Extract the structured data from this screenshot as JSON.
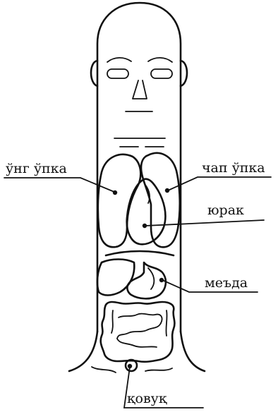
{
  "labels": {
    "right_lung": "ўнг ўпка",
    "left_lung": "чап ўпка",
    "heart": "юрак",
    "stomach": "меъда",
    "bladder": "қовуқ"
  },
  "colors": {
    "ink": "#111111",
    "background": "#ffffff"
  }
}
